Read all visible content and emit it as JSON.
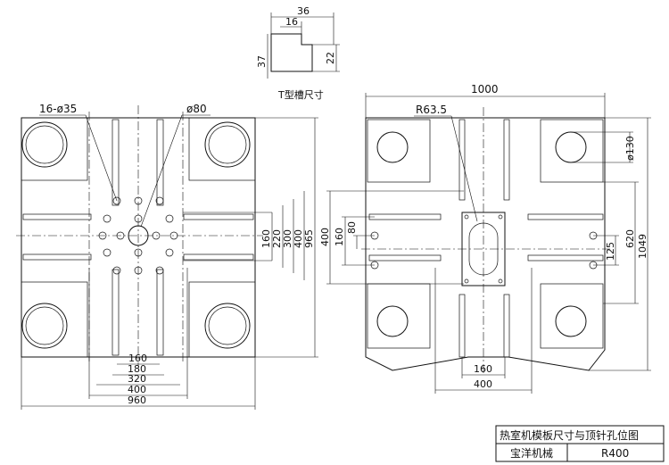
{
  "t_slot": {
    "caption": "T型槽尺寸",
    "dims": {
      "width_top": "36",
      "width_neck": "16",
      "height_total": "37",
      "height_head": "22"
    }
  },
  "fixed_platen": {
    "callouts": {
      "ejector_holes": "16-ø35",
      "center_hole": "ø80"
    },
    "horizontal_dims": [
      "160",
      "180",
      "320",
      "400",
      "960"
    ],
    "vertical_dims": [
      "160",
      "220",
      "300",
      "400",
      "965"
    ]
  },
  "moving_platen": {
    "callouts": {
      "slot_radius": "R63.5",
      "bolt_circle": "ø130"
    },
    "horizontal_dims": [
      "1000",
      "160",
      "400"
    ],
    "vertical_dims": [
      "80",
      "160",
      "400",
      "125",
      "620",
      "1049"
    ]
  },
  "title_block": {
    "title": "热室机模板尺寸与顶针孔位图",
    "company": "宝洋机械",
    "model": "R400"
  }
}
